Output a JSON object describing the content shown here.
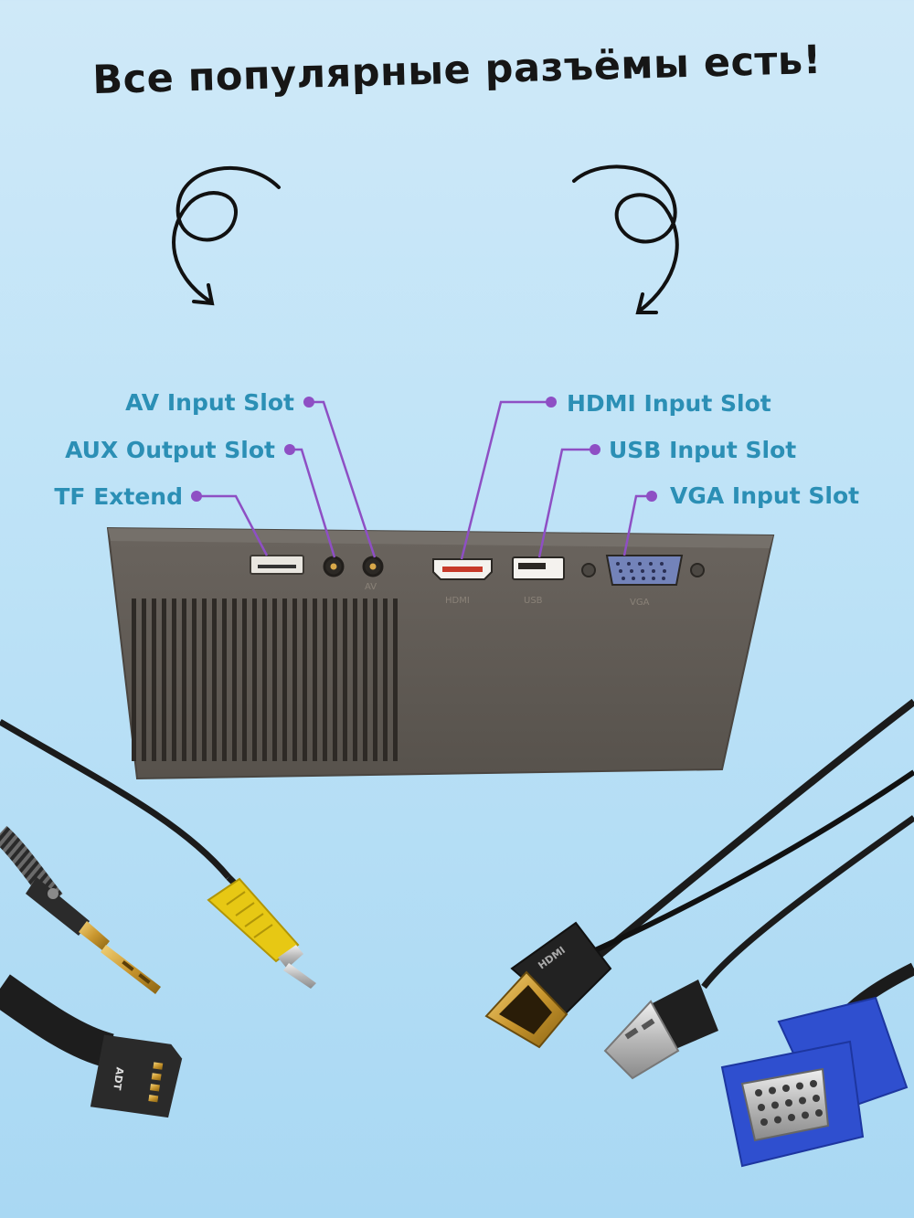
{
  "title": "Все популярные разъёмы есть!",
  "labels": {
    "av_input": "AV Input Slot",
    "aux_output": "AUX Output Slot",
    "tf_extend": "TF Extend",
    "hdmi_input": "HDMI Input Slot",
    "usb_input": "USB Input Slot",
    "vga_input": "VGA Input Slot"
  },
  "port_marks": {
    "hdmi": "HDMI",
    "usb": "USB",
    "vga": "VGA",
    "av": "AV"
  },
  "cable_marks": {
    "hdmi_plug": "HDMI",
    "sd_card": "ADT"
  },
  "colors": {
    "label_text": "#2b8fb5",
    "leader_line": "#8e4fc4",
    "title_text": "#161616",
    "device_body": "#5f5a54",
    "vga_blue": "#2f4fcf",
    "rca_yellow": "#e7c814"
  }
}
